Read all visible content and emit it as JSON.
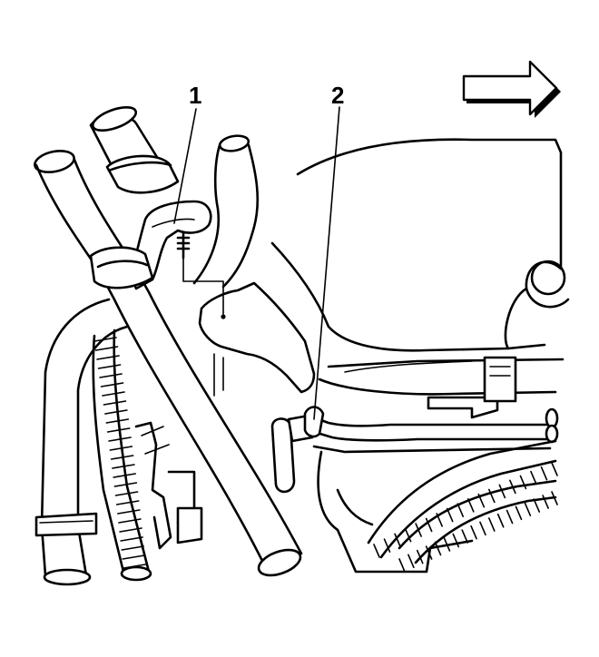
{
  "callouts": [
    {
      "id": "1",
      "label": "1"
    },
    {
      "id": "2",
      "label": "2"
    }
  ],
  "direction_arrow": {
    "icon": "right-arrow-icon",
    "meaning": "direction"
  },
  "colors": {
    "line": "#000000",
    "background": "#ffffff"
  }
}
